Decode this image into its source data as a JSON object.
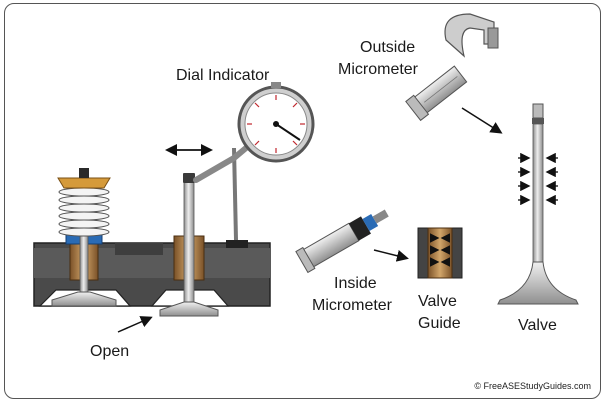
{
  "labels": {
    "dial_indicator": "Dial Indicator",
    "outside_micrometer": [
      "Outside",
      "Micrometer"
    ],
    "inside_micrometer": [
      "Inside",
      "Micrometer"
    ],
    "valve_guide": [
      "Valve",
      "Guide"
    ],
    "valve": "Valve",
    "open": "Open"
  },
  "copyright": "© FreeASEStudyGuides.com",
  "colors": {
    "head_dark": "#4a4a4a",
    "metal": "#c9c9c9",
    "guide_bronze": "#a07a4a",
    "seal_blue": "#2a6bb5",
    "retainer_orange": "#d59a3a",
    "dial_red": "#c0262d"
  }
}
